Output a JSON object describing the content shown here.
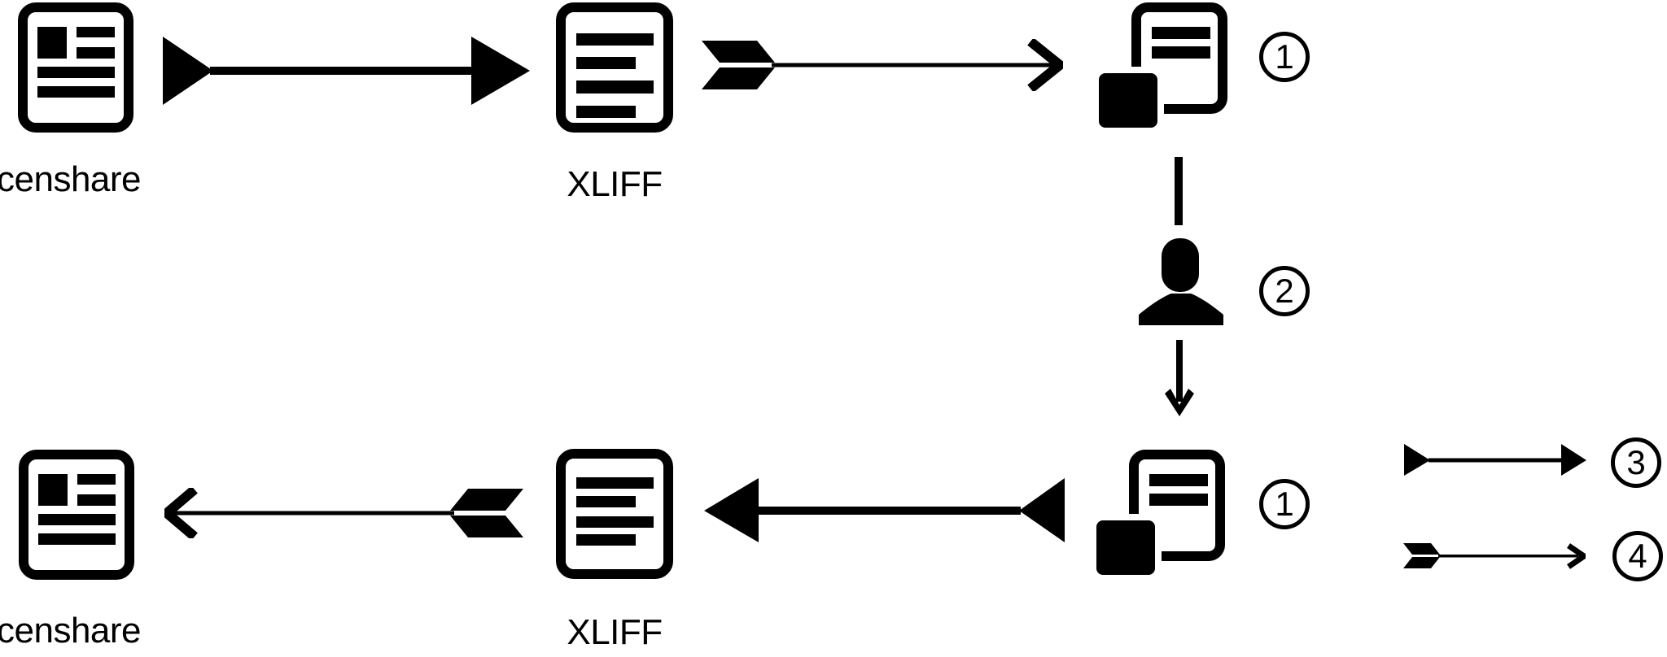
{
  "colors": {
    "ink": "#000000",
    "background": "#ffffff"
  },
  "nodes": {
    "censhare_source": {
      "label": "censhare",
      "icon": "censhare-document-icon"
    },
    "xliff_export": {
      "label": "XLIFF",
      "icon": "xliff-document-icon"
    },
    "translation_copy_out": {
      "badge": "1",
      "icon": "copy-documents-icon"
    },
    "translator": {
      "badge": "2",
      "icon": "person-icon"
    },
    "translation_copy_in": {
      "badge": "1",
      "icon": "copy-documents-icon"
    },
    "xliff_import": {
      "label": "XLIFF",
      "icon": "xliff-document-icon"
    },
    "censhare_target": {
      "label": "censhare",
      "icon": "censhare-document-icon"
    }
  },
  "legend": {
    "solid_arrow_badge": "3",
    "fletched_arrow_badge": "4"
  },
  "icons": {
    "censhare_document": "page with image block and text lines",
    "xliff_document": "page with four text lines",
    "copy_documents": "page with overlapping solid square",
    "person": "human bust silhouette",
    "solid_arrow": "arrow with solid triangular tail and head",
    "fletched_arrow": "arrow with feather fletching tail and thin chevron head"
  }
}
